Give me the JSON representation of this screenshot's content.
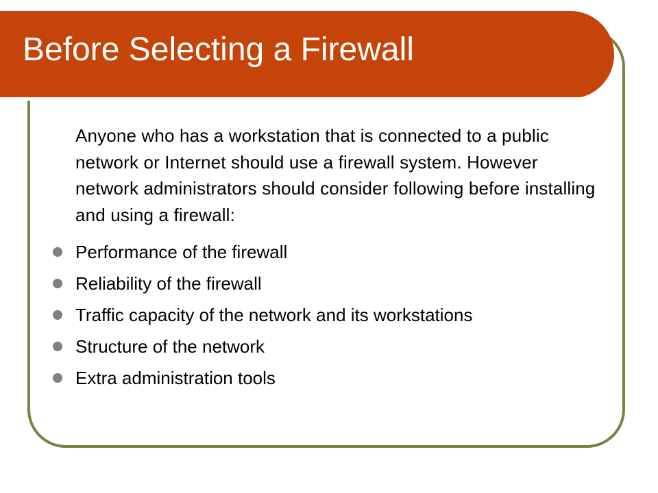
{
  "slide": {
    "title": "Before Selecting a Firewall",
    "intro": "Anyone who has a workstation that is connected to a public network or Internet should use a firewall system. However network administrators should consider following before installing and using a firewall:",
    "bullets": [
      "Performance of the firewall",
      "Reliability of the firewall",
      "Traffic capacity of the network and its workstations",
      "Structure of the network",
      "Extra administration tools"
    ]
  },
  "colors": {
    "title_bar": "#c5440a",
    "frame_border": "#7f7f3f",
    "bullet": "#7f7f7f",
    "title_text": "#ffffff",
    "body_text": "#000000"
  },
  "icons": {
    "bullet": "bullet-dot-icon"
  }
}
